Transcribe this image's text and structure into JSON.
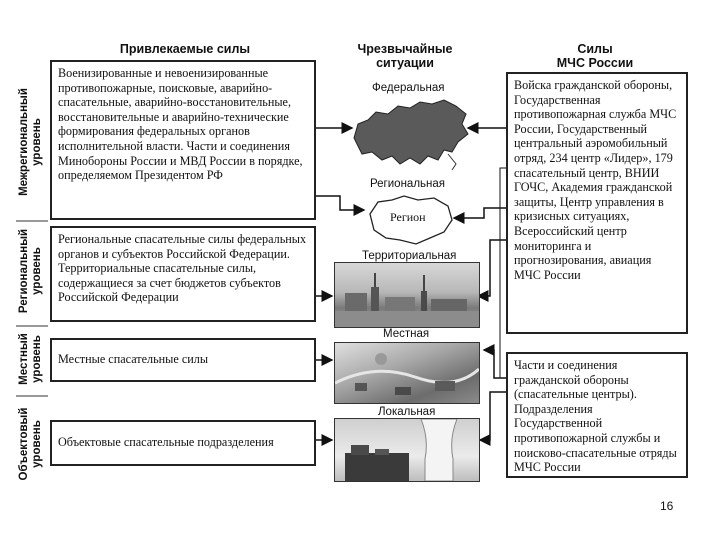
{
  "headers": {
    "forces": "Привлекаемые силы",
    "situations_line1": "Чрезвычайные",
    "situations_line2": "ситуации",
    "mchs_line1": "Силы",
    "mchs_line2": "МЧС России"
  },
  "levels": {
    "interregional_line1": "Межрегиональный",
    "interregional_line2": "уровень",
    "regional_line1": "Региональный",
    "regional_line2": "уровень",
    "local_line1": "Местный",
    "local_line2": "уровень",
    "object_line1": "Объектовый",
    "object_line2": "уровень"
  },
  "boxes": {
    "interregional": "Военизированные и невоенизированные противопожарные, поисковые, аварийно-спасательные, аварийно-восстановительные, восстановительные и аварийно-технические формирования федеральных органов исполнительной власти. Части и соединения Минобороны России и МВД России в порядке, определяемом Президентом РФ",
    "regional": "Региональные спасательные силы федеральных органов и субъектов Российской Федерации. Территориальные спасательные силы, содержащиеся за счет бюджетов субъектов Российской Федерации",
    "local": "Местные спасательные силы",
    "object": "Объектовые спасательные подразделения",
    "mchs_main": "Войска гражданской обороны, Государственная противопожарная служба МЧС России, Государственный центральный аэромобильный отряд, 234 центр «Лидер», 179 спасательный центр, ВНИИ ГОЧС, Академия гражданской защиты, Центр управления в кризисных ситуациях, Всероссийский центр мониторинга и прогнозирования, авиация МЧС России",
    "mchs_units": "Части и соединения гражданской обороны (спасательные центры). Подразделения Государственной противопожарной службы и поисково-спасательные отряды МЧС России"
  },
  "situations": {
    "federal": "Федеральная",
    "regional": "Региональная",
    "region_map": "Регион",
    "territorial": "Территориальная",
    "local": "Местная",
    "localized": "Локальная"
  },
  "page_number": "16"
}
